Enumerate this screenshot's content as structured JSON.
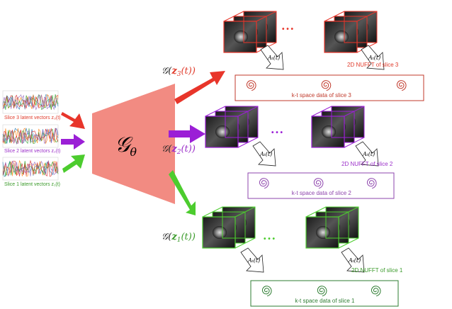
{
  "colors": {
    "slice3": "#e8352a",
    "slice2": "#9b1fd6",
    "slice1": "#4ccc2e",
    "generator": "#f28b82",
    "text3": "#e03a2a",
    "text2": "#9b2fc9",
    "text1": "#3a9a2a",
    "box3": "#c0392b",
    "box2": "#8e44ad",
    "box1": "#2e7d32"
  },
  "generator": {
    "label": "𝒢",
    "sub": "θ"
  },
  "latents": [
    {
      "id": "slice3",
      "label": "Slice 3 latent vectors z₃(t)"
    },
    {
      "id": "slice2",
      "label": "Slice 2 latent vectors z₂(t)"
    },
    {
      "id": "slice1",
      "label": "Slice 1 latent vectors z₁(t)"
    }
  ],
  "outputs": [
    {
      "id": "slice3",
      "g_label": "𝒢(",
      "z": "z",
      "zsub": "3",
      "t": "(t))",
      "dots": "• • •",
      "a_label": "Aₜ(t)",
      "nufft": "2D NUFFT of slice 3",
      "kspace": "k-t space data of slice 3"
    },
    {
      "id": "slice2",
      "g_label": "𝒢(",
      "z": "z",
      "zsub": "2",
      "t": "(t))",
      "dots": "• • •",
      "a_label": "Aₜ(t)",
      "nufft": "2D NUFFT of slice 2",
      "kspace": "k-t space data of slice 2"
    },
    {
      "id": "slice1",
      "g_label": "𝒢(",
      "z": "z",
      "zsub": "1",
      "t": "(t))",
      "dots": "• • •",
      "a_label": "Aₜ(t)",
      "nufft": "2D NUFFT of slice 1",
      "kspace": "k-t space data of slice 1"
    }
  ]
}
